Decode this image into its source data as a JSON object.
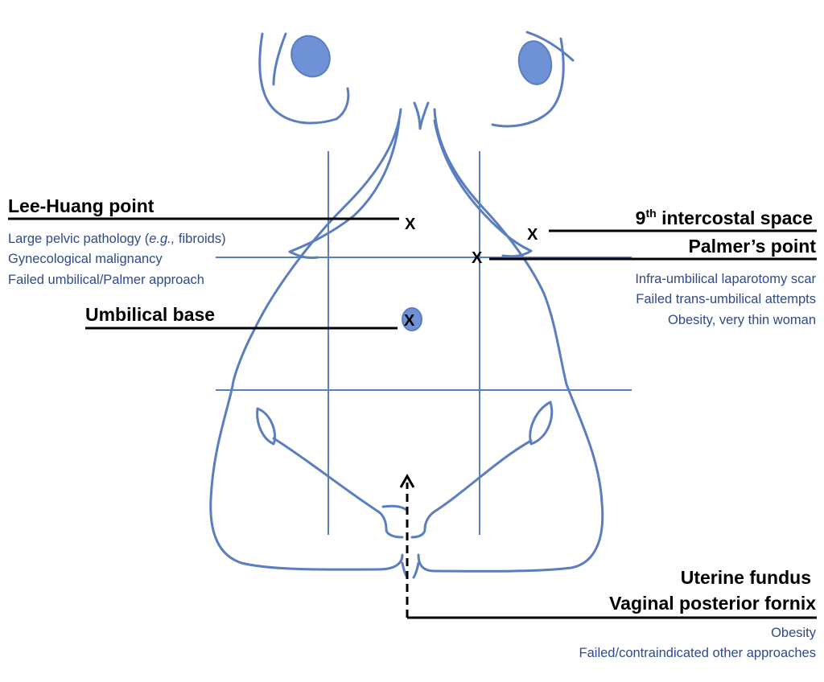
{
  "labels": {
    "lee_huang": {
      "title": "Lee-Huang point",
      "notes": [
        {
          "pre": "Large pelvic pathology (",
          "em": "e.g.,",
          "post": " fibroids)"
        },
        {
          "pre": "Gynecological malignancy",
          "em": "",
          "post": ""
        },
        {
          "pre": "Failed umbilical/Palmer approach",
          "em": "",
          "post": ""
        }
      ]
    },
    "umbilical": {
      "title": "Umbilical base"
    },
    "intercostal": {
      "title_num": "9",
      "title_sup": "th",
      "title_rest": " intercostal space"
    },
    "palmer": {
      "title": "Palmer’s point",
      "notes": [
        "Infra-umbilical laparotomy scar",
        "Failed trans-umbilical attempts",
        "Obesity, very thin woman"
      ]
    },
    "uterine": {
      "title": "Uterine fundus"
    },
    "vaginal": {
      "title": "Vaginal posterior fornix",
      "notes": [
        "Obesity",
        "Failed/contraindicated other approaches"
      ]
    }
  },
  "marks": {
    "symbol": "X"
  },
  "colors": {
    "body_outline": "#5b7ec0",
    "fill": "#6f92d6",
    "label_text": "#000000",
    "note_text": "#2f4a8a"
  }
}
